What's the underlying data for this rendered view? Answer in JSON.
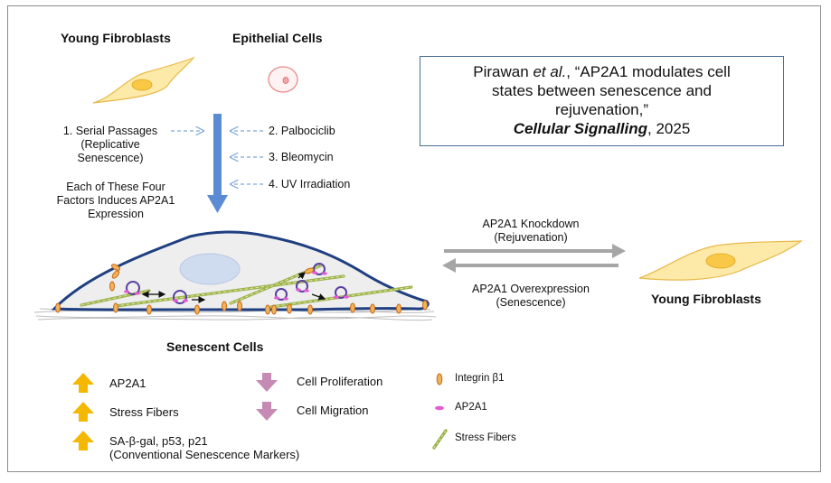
{
  "headers": {
    "young_fibroblasts_top": "Young Fibroblasts",
    "epithelial_cells": "Epithelial Cells",
    "young_fibroblasts_right": "Young Fibroblasts",
    "senescent_cells": "Senescent Cells"
  },
  "citation": {
    "authors": "Pirawan",
    "etal": "et al.",
    "title_part1": ", “AP2A1 modulates cell",
    "title_part2": "states between senescence and",
    "title_part3": "rejuvenation,”",
    "journal": "Cellular Signalling",
    "year": ", 2025"
  },
  "inducers": {
    "item1_line1": "1. Serial Passages",
    "item1_line2": "(Replicative",
    "item1_line3": "Senescence)",
    "item2": "2. Palbociclib",
    "item3": "3. Bleomycin",
    "item4": "4. UV Irradiation",
    "summary_line1": "Each of These Four",
    "summary_line2": "Factors Induces AP2A1",
    "summary_line3": "Expression"
  },
  "transitions": {
    "knockdown_line1": "AP2A1 Knockdown",
    "knockdown_line2": "(Rejuvenation)",
    "overexpression_line1": "AP2A1 Overexpression",
    "overexpression_line2": "(Senescence)"
  },
  "effects": {
    "up_1": "AP2A1",
    "up_2": "Stress Fibers",
    "up_3_line1": "SA-β-gal, p53, p21",
    "up_3_line2": "(Conventional Senescence Markers)",
    "down_1": "Cell Proliferation",
    "down_2": "Cell Migration"
  },
  "legend": {
    "integrin": "Integrin β1",
    "ap2a1": "AP2A1",
    "stress_fibers": "Stress Fibers"
  },
  "colors": {
    "up_arrow": "#f5b800",
    "down_arrow": "#c58bb4",
    "cell_outline": "#1f3f80",
    "blue_arrow": "#5b8bd4",
    "grey_arrow": "#a6a6a6",
    "fibroblast_fill": "#fde9a8",
    "fibroblast_nucleus": "#f9c846",
    "epithelial_outline": "#e88a8a",
    "integrin": "#e69a4a",
    "ap2a1": "#e65ad6",
    "stress_fiber": "#9bb048"
  }
}
